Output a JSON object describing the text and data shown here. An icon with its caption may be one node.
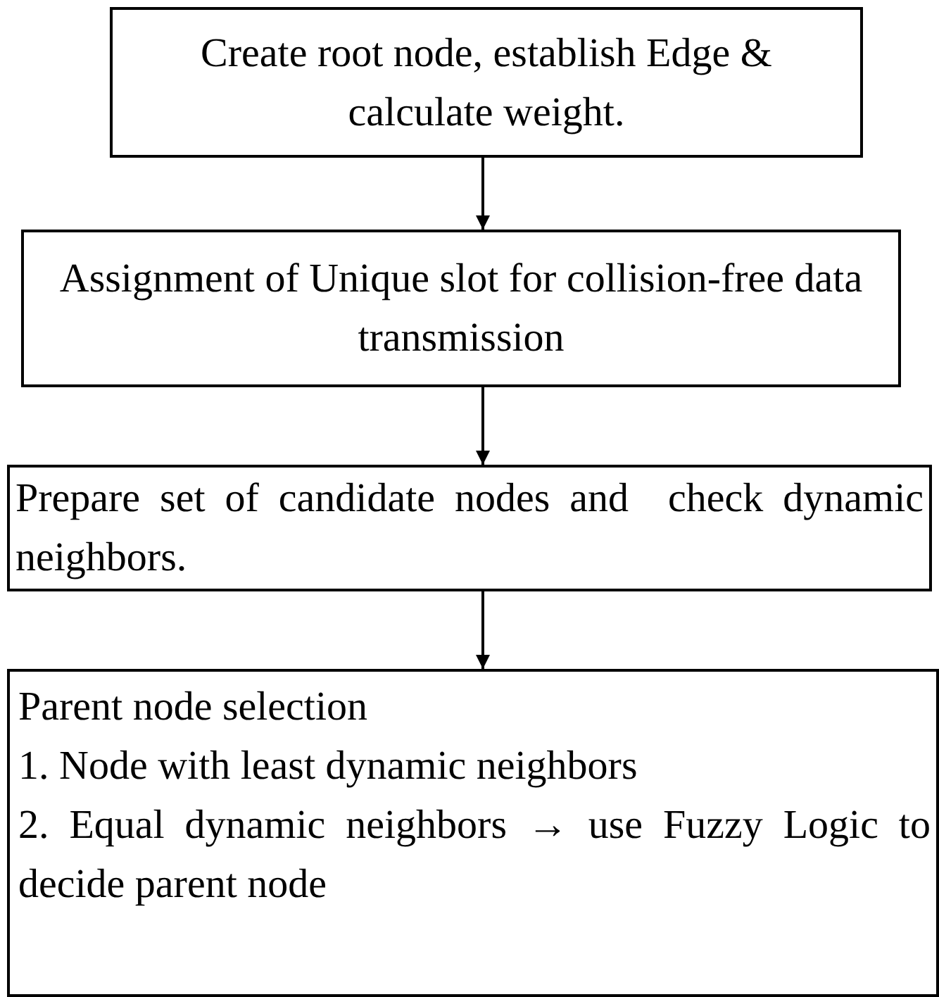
{
  "diagram": {
    "nodes": [
      {
        "text": [
          "Create root node, establish Edge & calculate weight."
        ]
      },
      {
        "text": [
          "Assignment of Unique slot for collision-free data transmission"
        ]
      },
      {
        "text": [
          "Prepare set of candidate nodes and  check dynamic neighbors."
        ]
      },
      {
        "text": [
          "Parent node selection",
          "1. Node with least dynamic neighbors",
          "2. Equal dynamic neighbors → use Fuzzy Logic to decide parent node"
        ]
      }
    ],
    "edges": [
      {
        "from": 0,
        "to": 1,
        "arrow": "to"
      },
      {
        "from": 1,
        "to": 2,
        "arrow": "to"
      },
      {
        "from": 2,
        "to": 3,
        "arrow": "to"
      }
    ]
  }
}
